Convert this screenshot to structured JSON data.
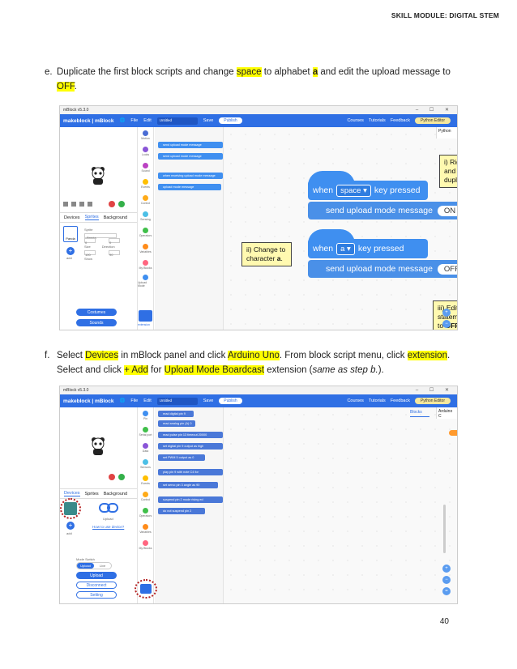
{
  "header": "SKILL MODULE: DIGITAL STEM",
  "page_number": "40",
  "step_e": {
    "letter": "e.",
    "t1": "Duplicate the first block scripts and change ",
    "h1": "space",
    "t2": " to alphabet ",
    "h2": "a",
    "t3": " and edit the upload message to ",
    "h3": "OFF",
    "t4": "."
  },
  "step_f": {
    "letter": "f.",
    "t1": "Select ",
    "h1": "Devices",
    "t2": " in mBlock panel and click ",
    "h2": "Arduino Uno",
    "t3": ". From block script menu, click ",
    "h3": "extension",
    "t4": ". Select and click ",
    "h4": "+ Add",
    "t5": " for ",
    "h5": "Upload Mode Boardcast",
    "t6": " extension (",
    "i1": "same as step b.",
    "t7": ")."
  },
  "app": {
    "window_title": "mBlock v5.3.0",
    "brand": "makeblock | mBlock",
    "menu_file": "File",
    "menu_edit": "Edit",
    "project_name": "Untitled",
    "save": "Save",
    "publish": "Publish",
    "courses": "Courses",
    "tutorials": "Tutorials",
    "feedback": "Feedback",
    "python_editor": "Python Editor",
    "tab_devices": "Devices",
    "tab_sprites": "Sprites",
    "tab_background": "Background",
    "window_controls": "–  ☐  ✕"
  },
  "shot1": {
    "categories": [
      {
        "label": "Motion",
        "color": "#4a6cd4"
      },
      {
        "label": "Looks",
        "color": "#8a55d7"
      },
      {
        "label": "Sound",
        "color": "#bb42c3"
      },
      {
        "label": "Events",
        "color": "#ffbf00"
      },
      {
        "label": "Control",
        "color": "#ffab19"
      },
      {
        "label": "Sensing",
        "color": "#4cbfe6"
      },
      {
        "label": "Operators",
        "color": "#40bf4a"
      },
      {
        "label": "Variables",
        "color": "#ff8c1a"
      },
      {
        "label": "My Blocks",
        "color": "#ff6680"
      },
      {
        "label": "Upload Mode",
        "color": "#3f8ff0"
      }
    ],
    "palette_blocks": [
      "send upload mode message",
      "send upload mode message",
      "when receiving upload mode message",
      "upload mode message"
    ],
    "sprite_label": "Panda",
    "sprite_field": "Sprite",
    "size_label": "Size",
    "size_val": "100",
    "direction_label": "Direction",
    "direction_val": "90",
    "show_label": "Show",
    "x_val": "0",
    "y_val": "0",
    "add_label": "add",
    "costumes": "Costumes",
    "sounds": "Sounds",
    "extension": "extension",
    "python_tab": "Python",
    "script1": {
      "when": "when",
      "key": "space ▾",
      "pressed": "key pressed",
      "send": "send upload mode message",
      "msg": "ON"
    },
    "script2": {
      "when": "when",
      "key": "a ▾",
      "pressed": "key pressed",
      "send": "send upload mode message",
      "msg": "OFF"
    },
    "callout1": {
      "line1": "i) Right-click,",
      "line2": "and select",
      "line3": "duplicate."
    },
    "callout2": {
      "line1": "ii) Change to",
      "line2": "character ",
      "bold": "a",
      "end": "."
    },
    "callout3": {
      "line1": "iii) Edit",
      "line2": "statement",
      "line3": "to ",
      "bold": "OFF",
      "end": "."
    }
  },
  "shot2": {
    "categories": [
      {
        "label": "Pin",
        "color": "#3f8ff0"
      },
      {
        "label": "Serial port",
        "color": "#40bf4a"
      },
      {
        "label": "Data",
        "color": "#8a55d7"
      },
      {
        "label": "Sensors",
        "color": "#4cbfe6"
      },
      {
        "label": "Events",
        "color": "#ffbf00"
      },
      {
        "label": "Control",
        "color": "#ffab19"
      },
      {
        "label": "Operators",
        "color": "#40bf4a"
      },
      {
        "label": "Variables",
        "color": "#ff8c1a"
      },
      {
        "label": "My Blocks",
        "color": "#ff6680"
      }
    ],
    "palette_blocks": [
      "read digital pin 9",
      "read analog pin (A) 0",
      "read pulse pin 13 timeout 20000",
      "set digital pin 9 output as high",
      "set PWM 5 output as 0",
      "play pin 9 with note C4 for",
      "set servo pin 3 angle as 90",
      "suspend pin 2 mode rising ed",
      "do not suspend pin 2"
    ],
    "upload_label": "Upload",
    "connect_help": "How to use device?",
    "mode_switch": "Mode Switch",
    "mode_upload": "Upload",
    "mode_live": "Live",
    "btn_upload": "Upload",
    "btn_disconnect": "Disconnect",
    "btn_setting": "Setting",
    "add_label": "add",
    "blocks_tab": "Blocks",
    "arduino_tab": "Arduino C"
  }
}
